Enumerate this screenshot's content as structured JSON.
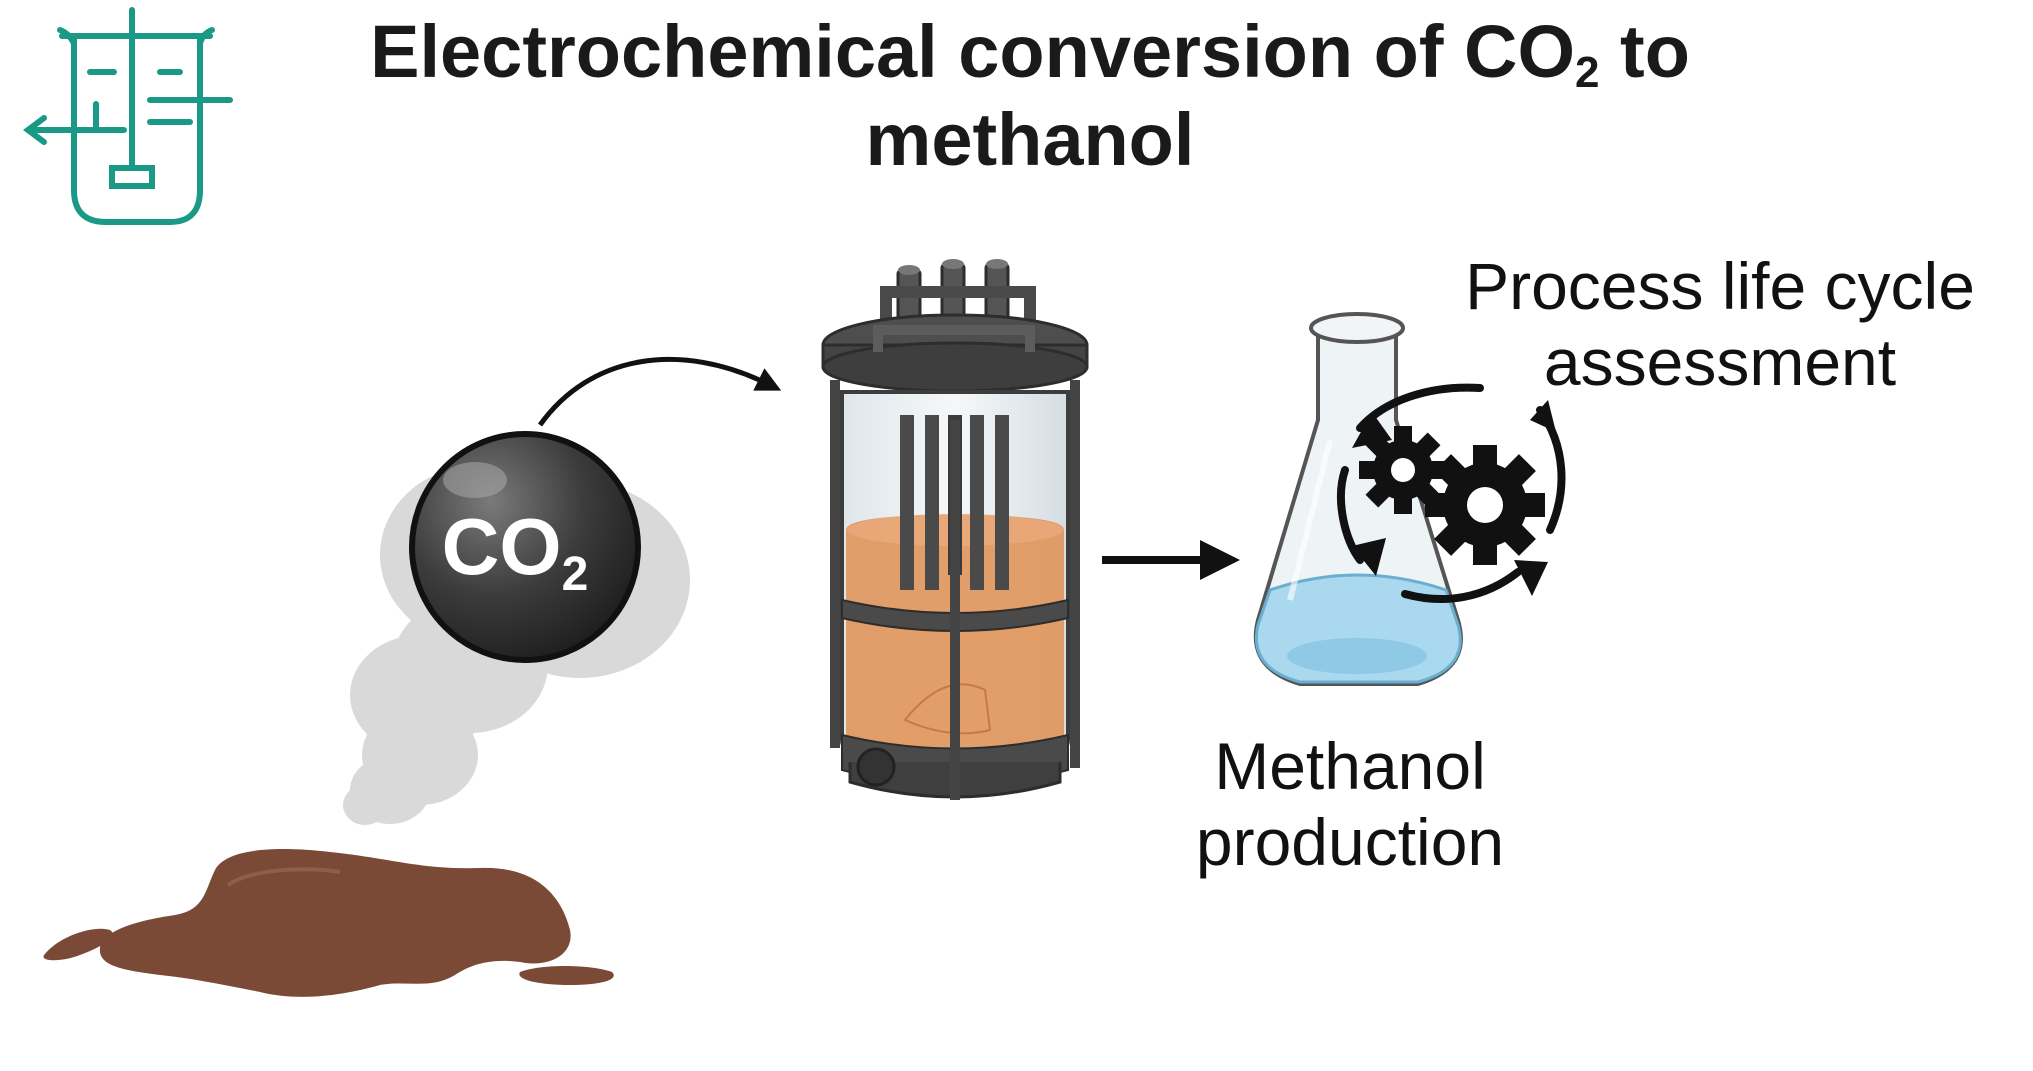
{
  "title": {
    "line1_pre": "Electrochemical conversion of CO",
    "line1_sub": "2",
    "line1_post": " to",
    "line2": "methanol"
  },
  "co2_ball": {
    "main": "CO",
    "sub": "2"
  },
  "labels": {
    "lca_line1": "Process life cycle",
    "lca_line2": "assessment",
    "methanol_line1": "Methanol",
    "methanol_line2": "production"
  },
  "colors": {
    "accent_teal": "#1a9a86",
    "oil": "#7a4a36",
    "smoke": "#d9d9d9",
    "reactor_metal": "#4a4a4a",
    "electrolyte": "#e0955a",
    "flask_liquid": "#aad8ee"
  },
  "icons": [
    "bioreactor-icon",
    "oil-spill",
    "smoke-cloud",
    "co2-molecule",
    "curved-arrow",
    "electrochemical-reactor",
    "straight-arrow",
    "erlenmeyer-flask",
    "gears-cycle-icon"
  ]
}
